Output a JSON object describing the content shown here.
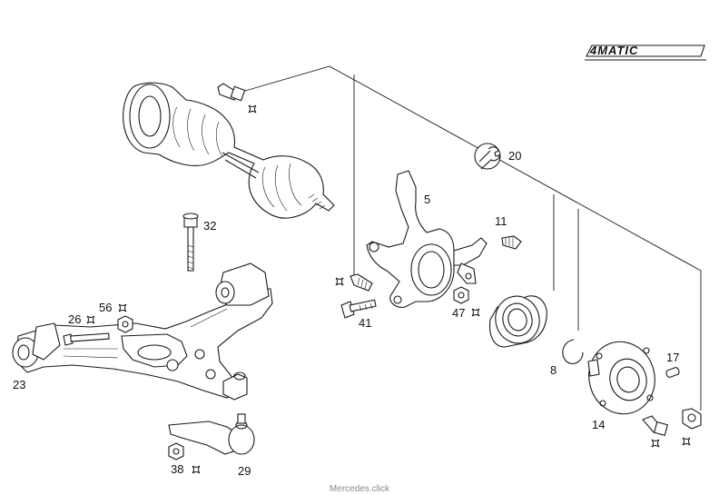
{
  "badge": {
    "text": "4MATIC"
  },
  "parts": [
    {
      "id": "20",
      "label": "20"
    },
    {
      "id": "5",
      "label": "5"
    },
    {
      "id": "11",
      "label": "11"
    },
    {
      "id": "32",
      "label": "32"
    },
    {
      "id": "56",
      "label": "56"
    },
    {
      "id": "26",
      "label": "26"
    },
    {
      "id": "41",
      "label": "41"
    },
    {
      "id": "47",
      "label": "47"
    },
    {
      "id": "23",
      "label": "23"
    },
    {
      "id": "8",
      "label": "8"
    },
    {
      "id": "17",
      "label": "17"
    },
    {
      "id": "14",
      "label": "14"
    },
    {
      "id": "38",
      "label": "38"
    },
    {
      "id": "29",
      "label": "29"
    }
  ],
  "watermark": "Mercedes.click"
}
